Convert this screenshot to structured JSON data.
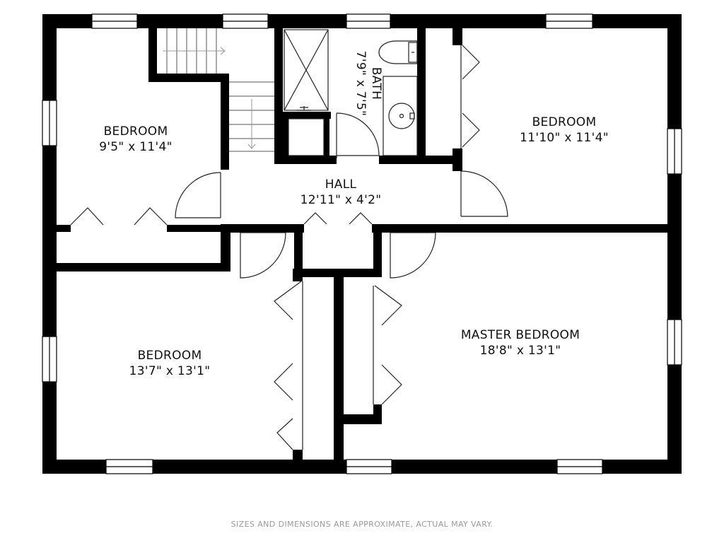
{
  "rooms": {
    "bedroom_nw": {
      "name": "BEDROOM",
      "dims": "9'5\" x 11'4\""
    },
    "bath": {
      "name": "BATH",
      "dims": "7'9\" x 7'5\""
    },
    "bedroom_ne": {
      "name": "BEDROOM",
      "dims": "11'10\" x 11'4\""
    },
    "hall": {
      "name": "HALL",
      "dims": "12'11\" x 4'2\""
    },
    "bedroom_sw": {
      "name": "BEDROOM",
      "dims": "13'7\" x 13'1\""
    },
    "master": {
      "name": "MASTER BEDROOM",
      "dims": "18'8\" x 13'1\""
    }
  },
  "disclaimer": "SIZES AND DIMENSIONS ARE APPROXIMATE, ACTUAL MAY VARY.",
  "colors": {
    "wall": "#000000",
    "background": "#ffffff",
    "fixture": "#222222",
    "disclaimer": "#9a9a9a"
  }
}
